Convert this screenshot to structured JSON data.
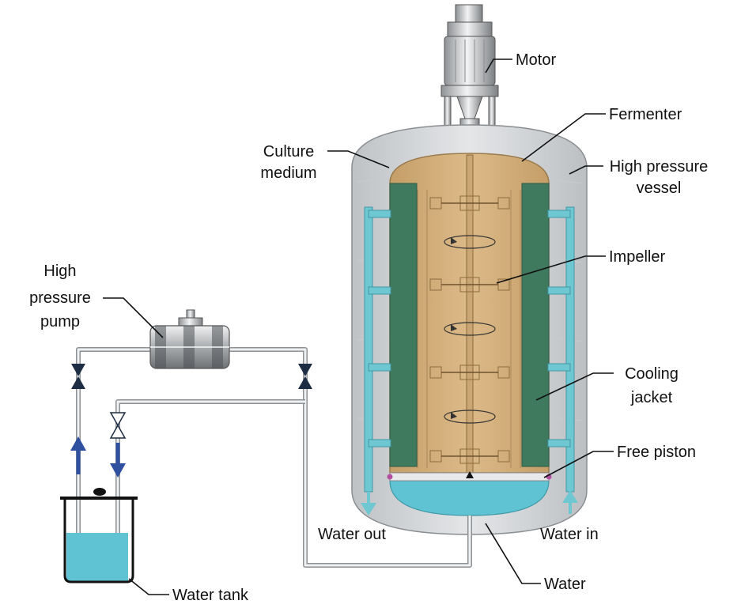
{
  "labels": {
    "motor": "Motor",
    "fermenter": "Fermenter",
    "culture_medium_1": "Culture",
    "culture_medium_2": "medium",
    "high_pressure_vessel_1": "High pressure",
    "high_pressure_vessel_2": "vessel",
    "impeller": "Impeller",
    "high_pressure_pump_1": "High",
    "high_pressure_pump_2": "pressure",
    "high_pressure_pump_3": "pump",
    "cooling_jacket_1": "Cooling",
    "cooling_jacket_2": "jacket",
    "free_piston": "Free piston",
    "water_out": "Water out",
    "water_in": "Water in",
    "water_tank": "Water tank",
    "water": "Water"
  },
  "colors": {
    "vessel": "#d4d6d8",
    "culture_medium": "#d2ae7a",
    "cooling_jacket": "#3f7a5e",
    "water": "#5fc3d3",
    "cooling_pipe": "#6fc7d1",
    "flow_arrow": "#2f4f9f",
    "valve": "#1d2d44"
  }
}
